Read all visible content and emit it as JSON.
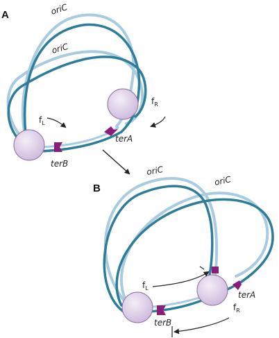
{
  "panels": {
    "a": {
      "label": "A",
      "ori_outer": "oriC",
      "ori_inner": "oriC",
      "ter_left": "terB",
      "ter_right": "terA",
      "fork_left": {
        "main": "f",
        "sub": "L"
      },
      "fork_right": {
        "main": "f",
        "sub": "R"
      }
    },
    "b": {
      "label": "B",
      "ori_left": "oriC",
      "ori_right": "oriC",
      "ter_left": "terB",
      "ter_right": "terA",
      "fork_left": {
        "main": "f",
        "sub": "L"
      },
      "fork_right": {
        "main": "f",
        "sub": "R"
      }
    }
  },
  "colors": {
    "dark_strand": "#2e7d98",
    "light_strand": "#a9cbdf",
    "replisome_fill": "#dccde6",
    "replisome_stroke": "#8b6fa0",
    "ter_site": "#8a1c7c",
    "arrow": "#222222"
  }
}
